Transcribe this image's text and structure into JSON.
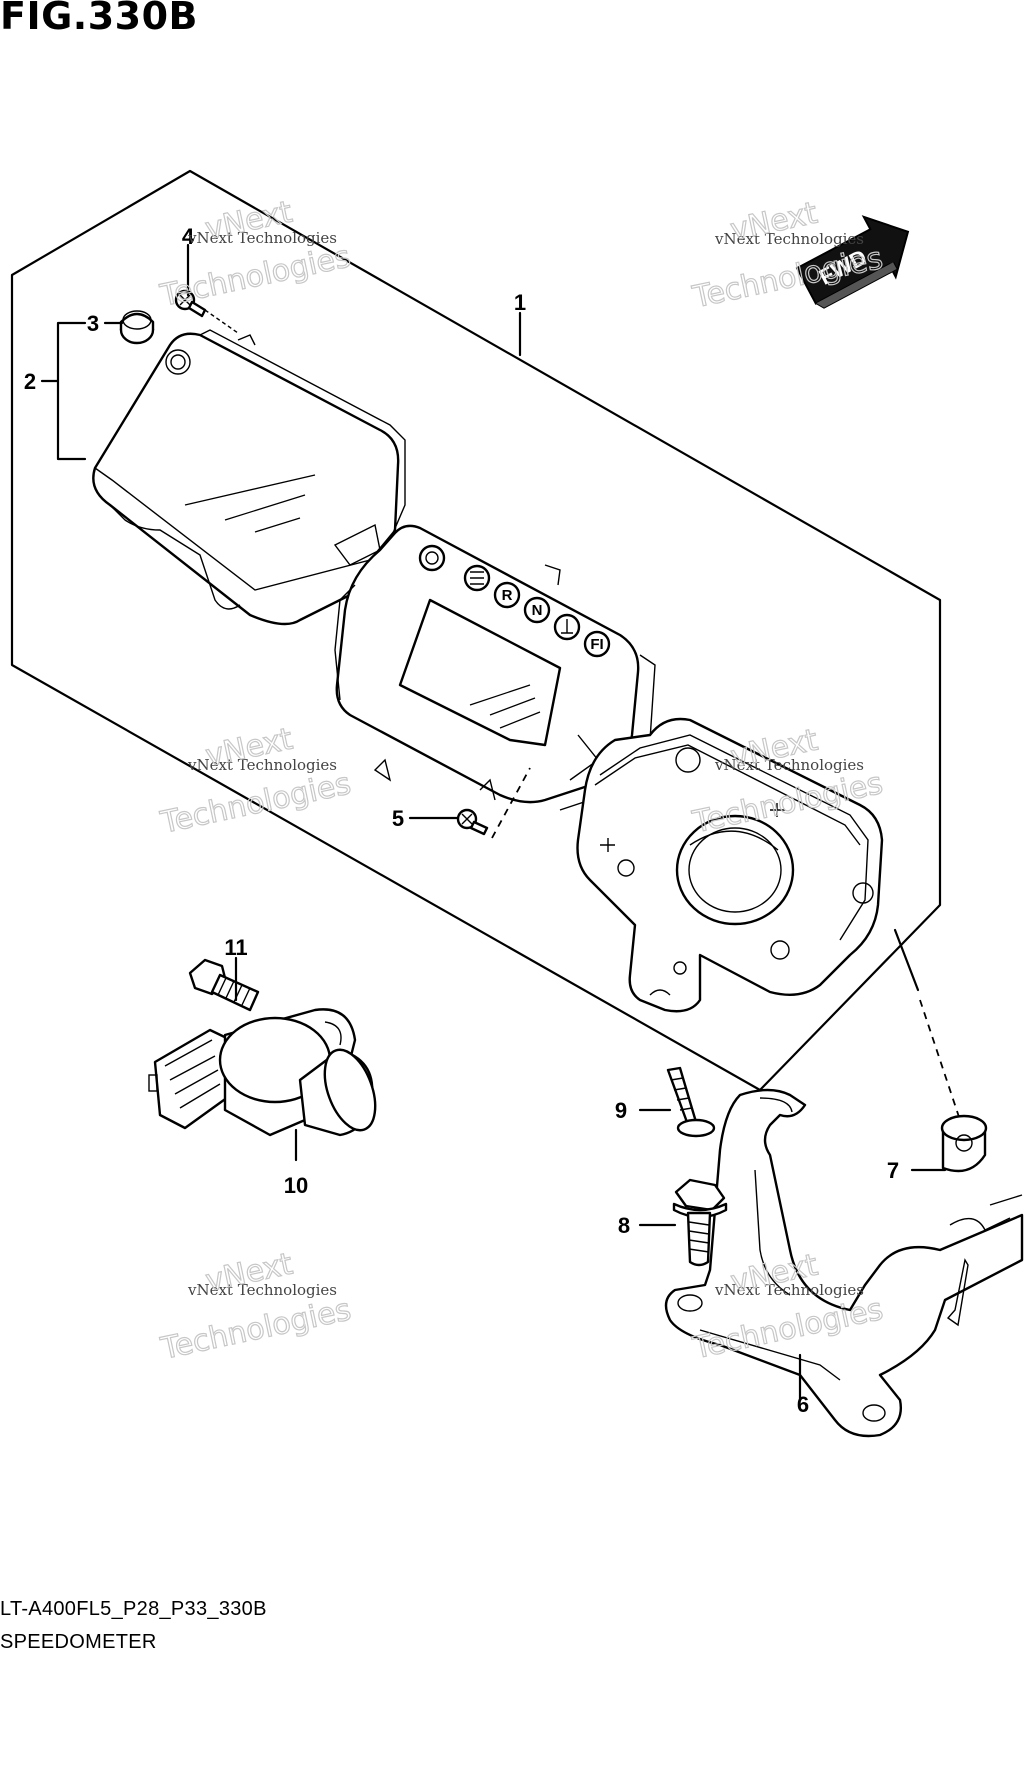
{
  "figure": {
    "title": "FIG.330B",
    "code": "LT-A400FL5_P28_P33_330B",
    "name": "SPEEDOMETER"
  },
  "direction_badge": "FWD",
  "gauge_symbols": [
    "R",
    "N",
    "FI"
  ],
  "watermark": {
    "small": "vNext Technologies",
    "large": "Technologies",
    "faint": "vNext"
  },
  "callouts": [
    "1",
    "2",
    "3",
    "4",
    "5",
    "6",
    "7",
    "8",
    "9",
    "10",
    "11"
  ]
}
